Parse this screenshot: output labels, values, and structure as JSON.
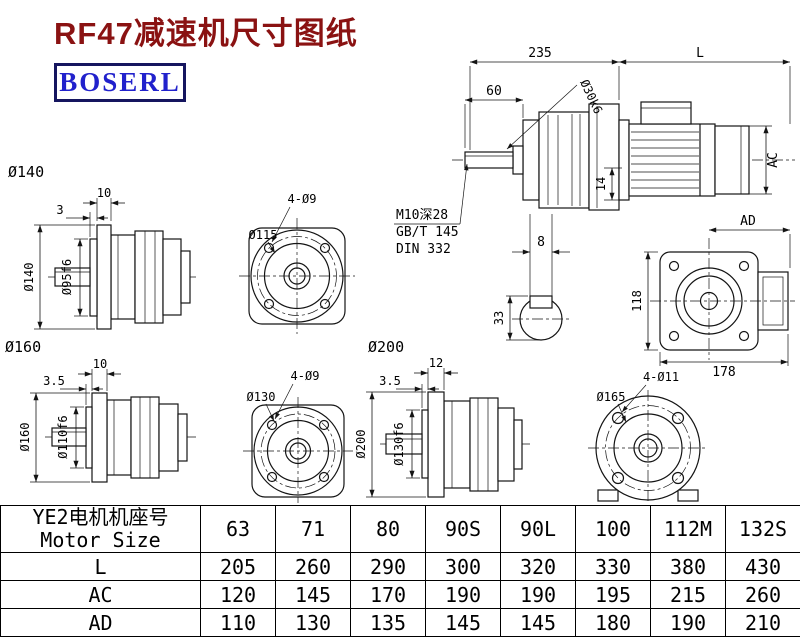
{
  "page": {
    "title": "RF47减速机尺寸图纸",
    "logo": "BOSERL"
  },
  "main_view": {
    "dim_235": "235",
    "dim_L": "L",
    "dim_60": "60",
    "shaft_dia": "Ø30k6",
    "dim_AC": "AC",
    "dim_14": "14",
    "note_line1": "M10深28",
    "note_line2": "GB/T 145",
    "note_line3": "DIN 332"
  },
  "key_section": {
    "dim_8": "8",
    "dim_33": "33"
  },
  "rear_view": {
    "dim_AD": "AD",
    "dim_118": "118",
    "dim_178": "178"
  },
  "flange140": {
    "label": "Ø140",
    "dim_10": "10",
    "dim_3": "3",
    "dia_outer": "Ø140",
    "dia_spigot": "Ø95f6",
    "holes": "4-Ø9",
    "bolt_circle": "Ø115"
  },
  "flange160": {
    "label": "Ø160",
    "dim_10": "10",
    "dim_3_5": "3.5",
    "dia_outer": "Ø160",
    "dia_spigot": "Ø110f6",
    "holes": "4-Ø9",
    "bolt_circle": "Ø130"
  },
  "flange200": {
    "label": "Ø200",
    "dim_12": "12",
    "dim_3_5": "3.5",
    "dia_outer": "Ø200",
    "dia_spigot": "Ø130f6",
    "holes": "4-Ø11",
    "bolt_circle": "Ø165"
  },
  "table": {
    "header": {
      "label_cn": "YE2电机机座号",
      "label_en": "Motor Size",
      "sizes": [
        "63",
        "71",
        "80",
        "90S",
        "90L",
        "100",
        "112M",
        "132S"
      ]
    },
    "rows": [
      {
        "label": "L",
        "values": [
          "205",
          "260",
          "290",
          "300",
          "320",
          "330",
          "380",
          "430"
        ]
      },
      {
        "label": "AC",
        "values": [
          "120",
          "145",
          "170",
          "190",
          "190",
          "195",
          "215",
          "260"
        ]
      },
      {
        "label": "AD",
        "values": [
          "110",
          "130",
          "135",
          "145",
          "145",
          "180",
          "190",
          "210"
        ]
      }
    ]
  }
}
